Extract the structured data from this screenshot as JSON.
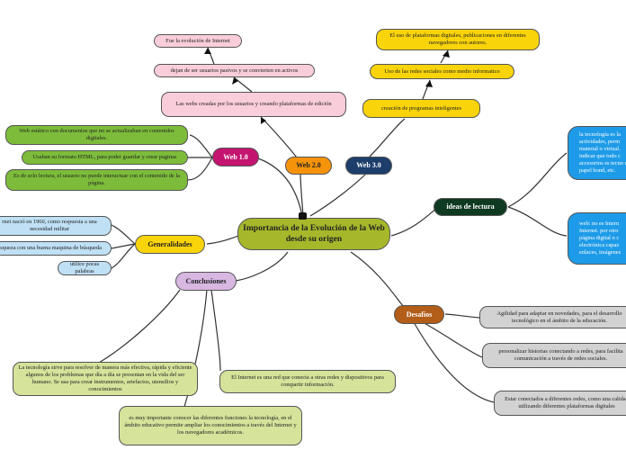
{
  "colors": {
    "root": "#a6b82a",
    "web1": "#c3146f",
    "web2": "#f5930b",
    "web3": "#1d3e6b",
    "ideas": "#0f3a22",
    "generalidades": "#f9d40a",
    "conclusiones": "#d8b7e2",
    "desafios": "#b25d18",
    "green": "#7dbc3a",
    "lightgreen": "#d5e39b",
    "blue": "#bfe0f5",
    "bluebright": "#1e9be8",
    "yellow": "#f9d40a",
    "pink": "#f9cdd9",
    "gray": "#d2d2d2"
  },
  "root": {
    "label": "Importancia de la Evolución de la Web desde su origen"
  },
  "web1": {
    "label": "Web 1.0",
    "items": [
      "Web estático con documentos que no se actualizaban en contenidos digitales.",
      "Usaban su formato HTML, para poder guardar y crear paginas",
      "Es de solo lectura, el usuario no puede interactuar con el contenido de la página."
    ]
  },
  "web2": {
    "label": "Web 2.0",
    "items": [
      "Fue la evolución de Internet",
      "dejan de ser usuarios pasivos y se convierten en activos",
      "Las webs creadas por los usuarios y creando plataformas de edición"
    ]
  },
  "web3": {
    "label": "Web 3.0",
    "items": [
      "El uso de plataformas digitales, publicaciones en diferentes navegadores con autores.",
      "Uso de las redes sociales como medio informatico",
      "creación de programas inteligentes"
    ]
  },
  "ideas": {
    "label": "ideas de lectura",
    "items": [
      "la tecnología es la actividades, perm material o virtual. indicar que todo c accesorios es tecno de papel bond, etc.",
      "web: no es Intern Internet. por otro página digital o c electrónica capaz enlaces, imágenes"
    ]
  },
  "generalidades": {
    "label": "Generalidades",
    "items": [
      "rnet nació en 1960, como respuesta a una necesidad militar",
      "úsqueza con una buena maquina de búsqueda",
      "utilice pocas palabras"
    ]
  },
  "conclusiones": {
    "label": "Conclusiones",
    "items": [
      "La tecnología sirve para resolver de manera más efectiva, rápida y eficiente algunos de los problemas que día a día se presentan en la vida del ser humano. Se usa para crear instrumentos, artefactos, utensilios y conocimientos",
      "El Internet es una red que conecta a otras redes y dispositivos para compartir información.",
      "es muy importante conocer las diferentes funciones la tecnología, en el ámbito educativo permite ampliar los conocimientos a través del Internet y los navegadores académicos."
    ]
  },
  "desafios": {
    "label": "Desafíos",
    "items": [
      "Agilidad para adaptar en novedades, para el desarrollo tecnológico en el ámbito de la educación.",
      "personalizar historias conectando a redes, para facilita comunicación a través de redes sociales.",
      "Estar conectados a diferentes redes, como una calidad utilizando diferentes plataformas digitales"
    ]
  }
}
